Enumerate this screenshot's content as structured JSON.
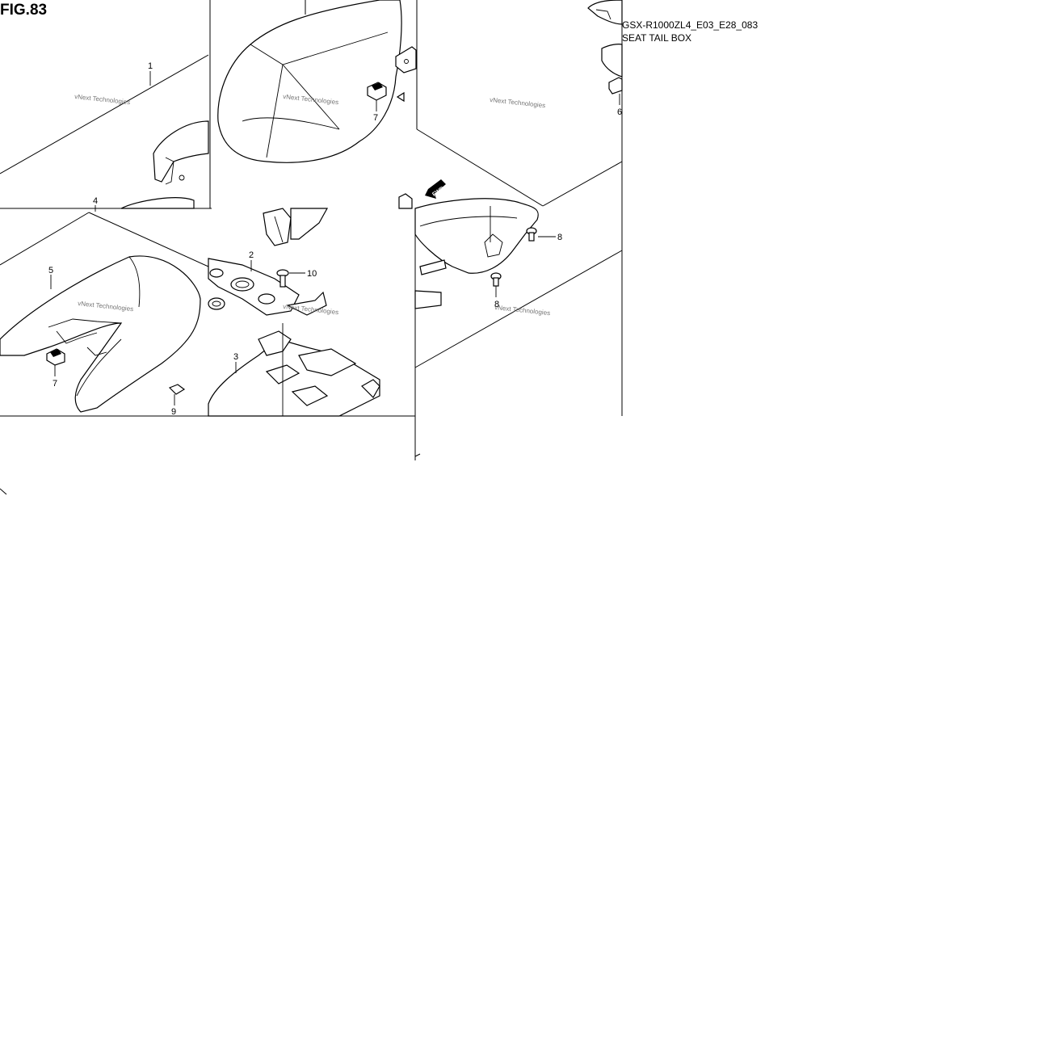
{
  "figure": {
    "title": "FIG.83",
    "code": "GSX-R1000ZL4_E03_E28_083",
    "name": "SEAT TAIL BOX"
  },
  "callouts": [
    "1",
    "4",
    "7",
    "5",
    "7",
    "9",
    "2",
    "10",
    "3",
    "8",
    "8",
    "6"
  ],
  "watermark": "vNext Technologies",
  "arrow_label": "FWD"
}
